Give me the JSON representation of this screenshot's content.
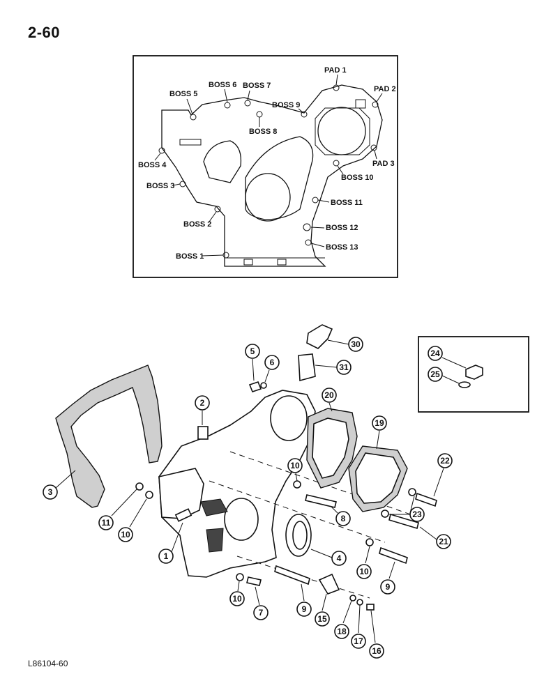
{
  "page_number": "2-60",
  "figure_code": "L86104-60",
  "inset_labels": {
    "pad1": "PAD 1",
    "pad2": "PAD 2",
    "pad3": "PAD 3",
    "boss1": "BOSS 1",
    "boss2": "BOSS 2",
    "boss3": "BOSS 3",
    "boss4": "BOSS 4",
    "boss5": "BOSS 5",
    "boss6": "BOSS 6",
    "boss7": "BOSS 7",
    "boss8": "BOSS 8",
    "boss9": "BOSS 9",
    "boss10": "BOSS 10",
    "boss11": "BOSS 11",
    "boss12": "BOSS 12",
    "boss13": "BOSS 13"
  },
  "callouts": {
    "c1": "1",
    "c2": "2",
    "c3": "3",
    "c4": "4",
    "c5": "5",
    "c6": "6",
    "c7": "7",
    "c8": "8",
    "c9a": "9",
    "c9b": "9",
    "c10a": "10",
    "c10b": "10",
    "c10c": "10",
    "c10d": "10",
    "c11": "11",
    "c15": "15",
    "c16": "16",
    "c17": "17",
    "c18": "18",
    "c19": "19",
    "c20": "20",
    "c21": "21",
    "c22": "22",
    "c23": "23",
    "c24": "24",
    "c25": "25",
    "c30": "30",
    "c31": "31"
  }
}
